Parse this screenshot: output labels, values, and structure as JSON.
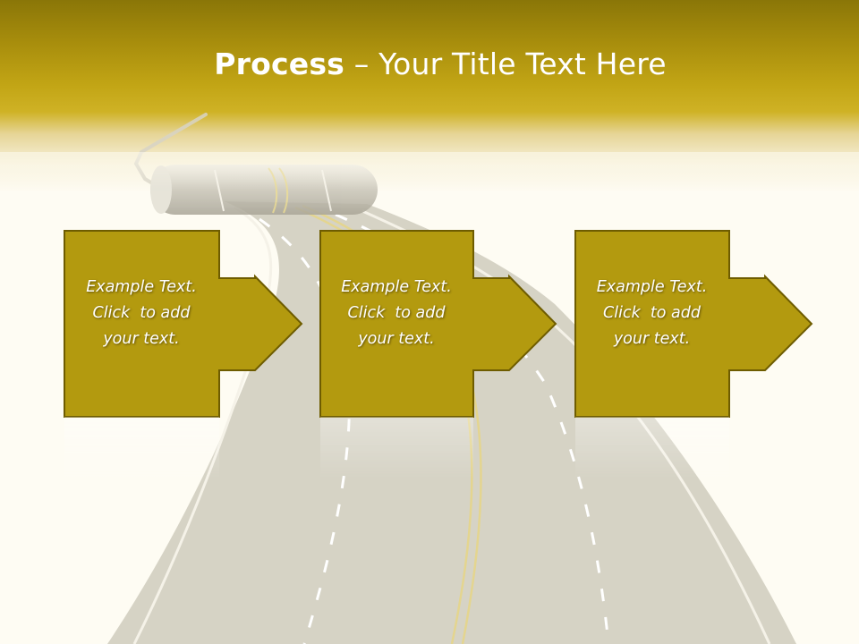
{
  "title": {
    "bold": "Process",
    "rest": " – Your Title Text Here"
  },
  "steps": [
    {
      "line1": "Example Text.",
      "line2": "Click  to add",
      "line3": "your text."
    },
    {
      "line1": "Example Text.",
      "line2": "Click  to add",
      "line3": "your text."
    },
    {
      "line1": "Example Text.",
      "line2": "Click  to add",
      "line3": "your text."
    }
  ],
  "colors": {
    "shape_fill": "#b39a0f",
    "shape_border": "#6e5c00",
    "header_dark": "#8a7608",
    "header_light": "#cfb225",
    "road": "#d2cec0",
    "road_line": "#e8dc9a",
    "background": "#fefcf3"
  },
  "icons": [
    "paint-roller-icon",
    "road-illustration"
  ]
}
